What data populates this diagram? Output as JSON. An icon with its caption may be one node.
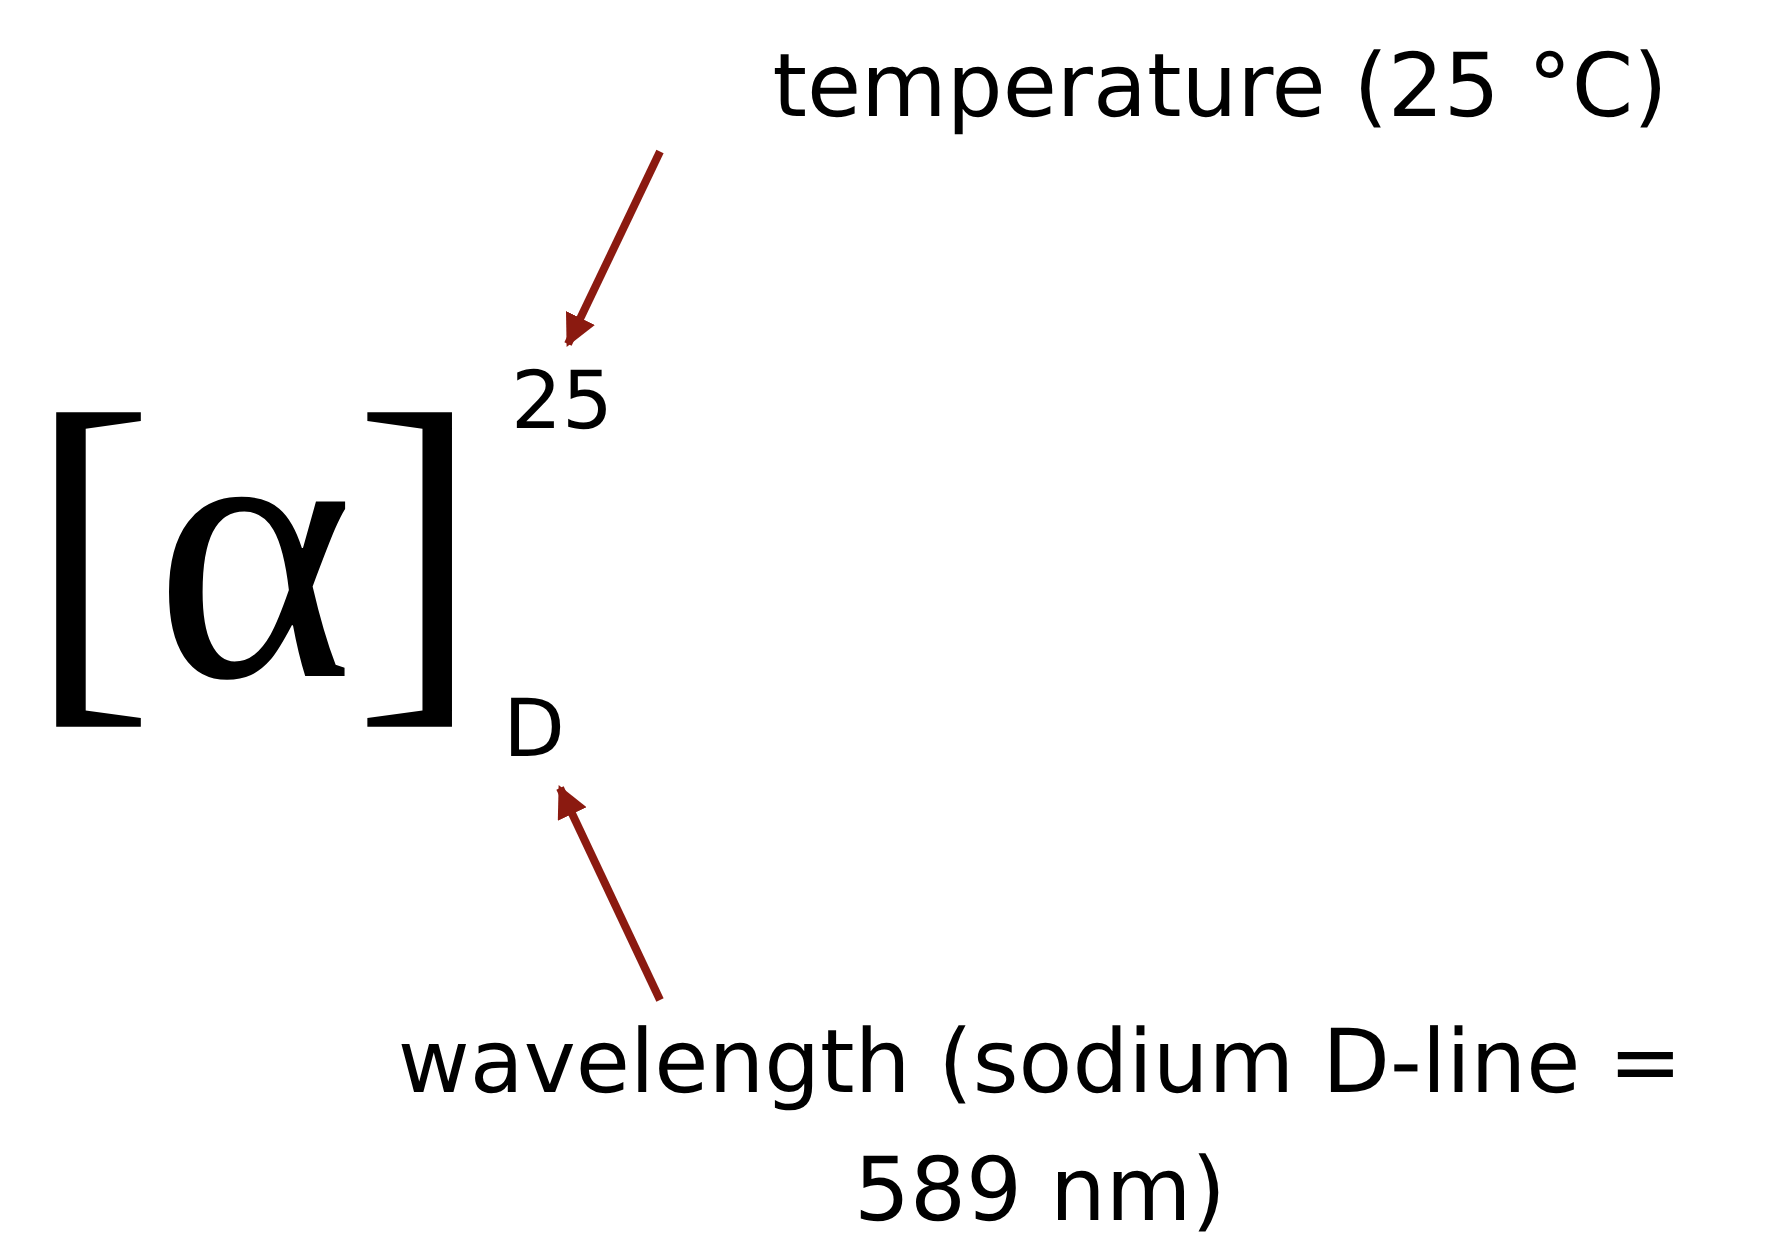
{
  "diagram": {
    "nodes": [
      {
        "text": [
          "temperature (25 °C)"
        ]
      },
      {
        "text": [
          "25"
        ]
      },
      {
        "text": [
          "D"
        ]
      },
      {
        "text": [
          "wavelength (sodium D-line = 589 nm)"
        ]
      }
    ],
    "edges": [
      {
        "from": 0,
        "to": 1,
        "arrow": "to"
      },
      {
        "from": 3,
        "to": 2,
        "arrow": "to"
      }
    ],
    "labels": [
      "[α]"
    ]
  }
}
